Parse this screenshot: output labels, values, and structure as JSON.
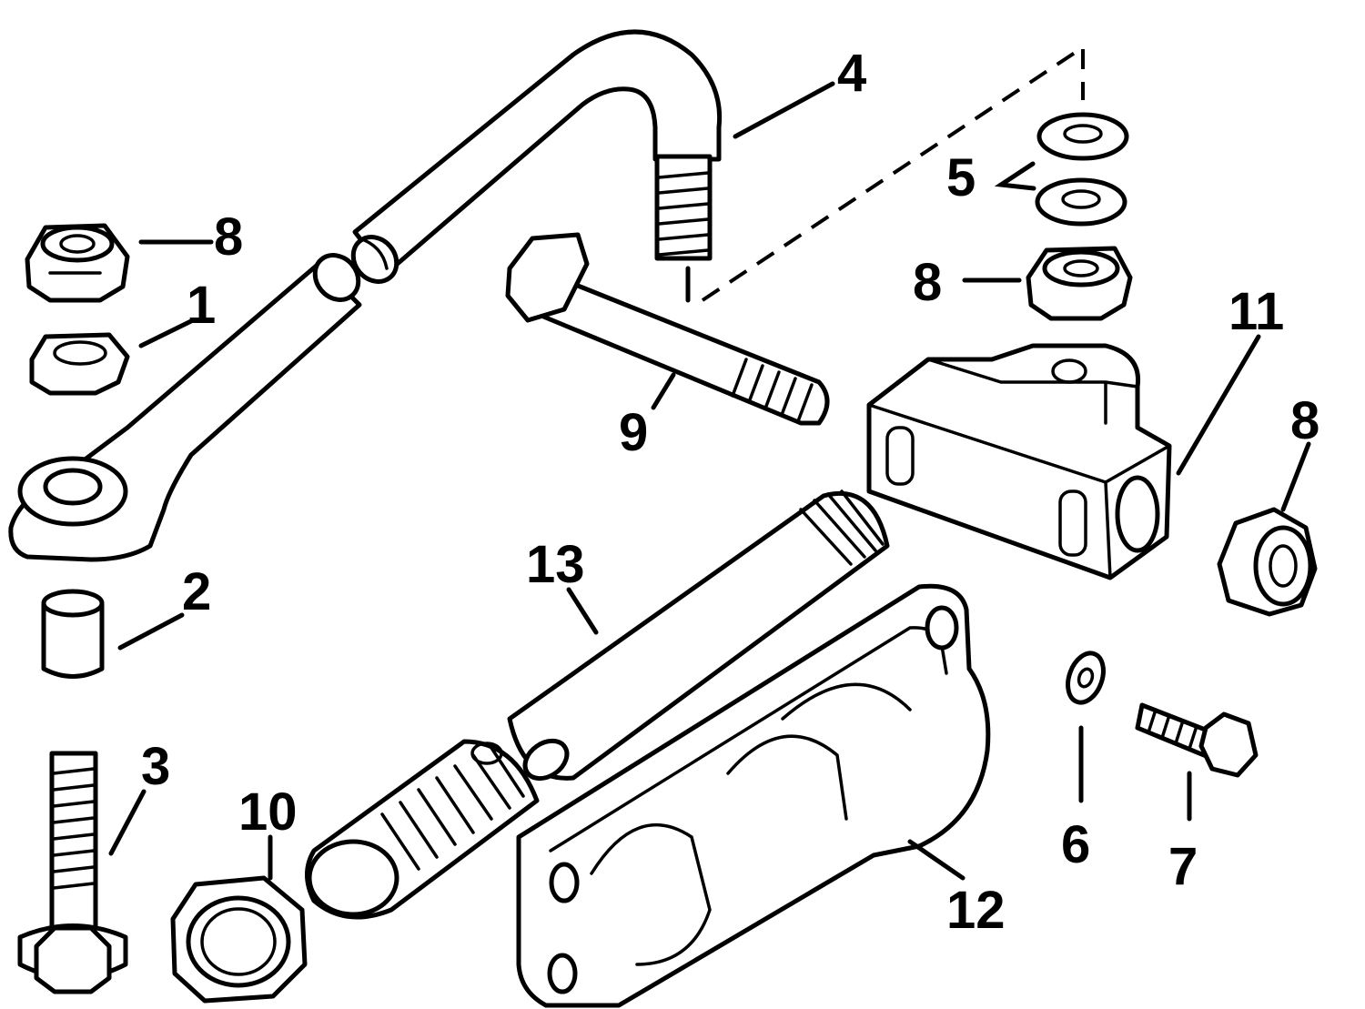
{
  "diagram": {
    "callouts": [
      {
        "id": "c1",
        "label": "1"
      },
      {
        "id": "c2",
        "label": "2"
      },
      {
        "id": "c3",
        "label": "3"
      },
      {
        "id": "c4",
        "label": "4"
      },
      {
        "id": "c5",
        "label": "5"
      },
      {
        "id": "c6",
        "label": "6"
      },
      {
        "id": "c7",
        "label": "7"
      },
      {
        "id": "c8a",
        "label": "8"
      },
      {
        "id": "c8b",
        "label": "8"
      },
      {
        "id": "c8c",
        "label": "8"
      },
      {
        "id": "c9",
        "label": "9"
      },
      {
        "id": "c10",
        "label": "10"
      },
      {
        "id": "c11",
        "label": "11"
      },
      {
        "id": "c12",
        "label": "12"
      },
      {
        "id": "c13",
        "label": "13"
      }
    ]
  }
}
